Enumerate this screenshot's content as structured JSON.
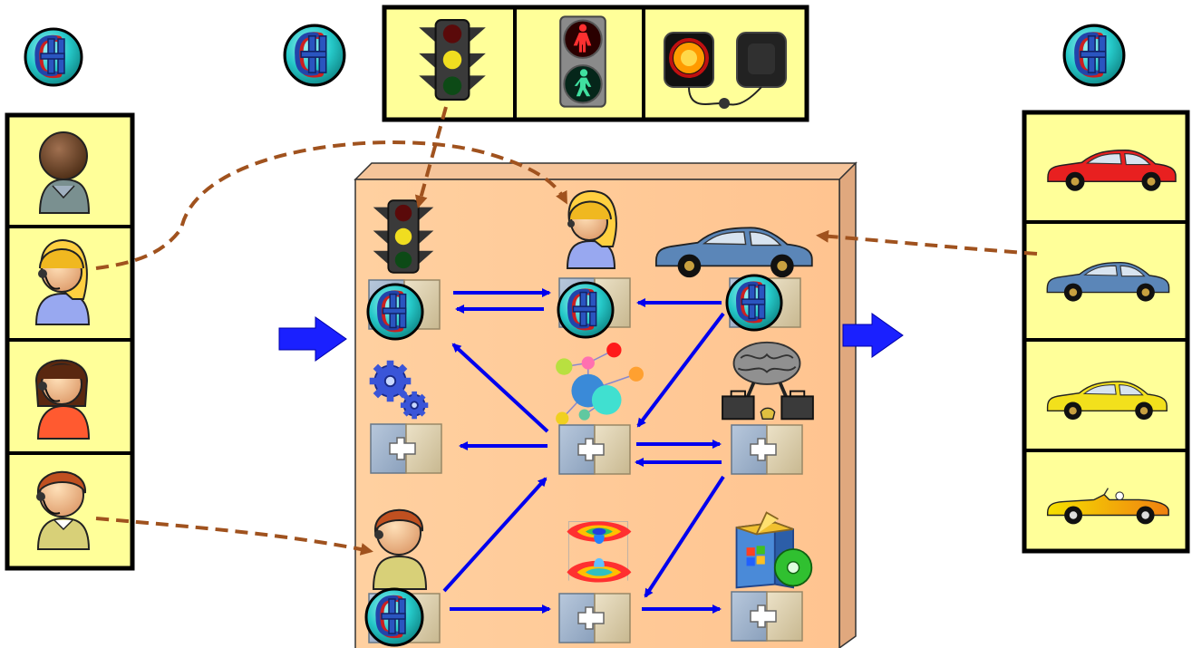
{
  "colors": {
    "panel_yellow": "#ffff99",
    "box_front": "#ffcc99",
    "box_side": "#e0a87e",
    "box_top": "#f5c49a",
    "arrow_blue": "#0000ee",
    "dash_brown": "#a0521e",
    "badge_teal": "#25c8c8",
    "badge_red": "#cc2020",
    "badge_blue": "#2244aa"
  },
  "icons": {
    "badge": "e-badge-icon",
    "traffic_light": "traffic-light-icon",
    "pedestrian_signal": "pedestrian-signal-icon",
    "signal_lamps": "signal-lamps-icon",
    "person": "person-icon",
    "car": "car-icon",
    "gears": "gears-icon",
    "network": "network-icon",
    "brain": "brain-icon",
    "surface_plot": "surface-plot-icon",
    "software_box": "software-box-icon",
    "puzzle": "puzzle-icon"
  },
  "people_column": [
    {
      "icon": "person-icon",
      "variant": "agent-dark"
    },
    {
      "icon": "person-icon",
      "variant": "agent-blonde-headset"
    },
    {
      "icon": "person-icon",
      "variant": "agent-red-headset"
    },
    {
      "icon": "person-icon",
      "variant": "agent-redhead-headset"
    }
  ],
  "signals_row": [
    {
      "icon": "traffic-light-icon"
    },
    {
      "icon": "pedestrian-signal-icon"
    },
    {
      "icon": "signal-lamps-icon"
    }
  ],
  "cars_column": [
    {
      "icon": "car-icon",
      "color": "#e82020"
    },
    {
      "icon": "car-icon",
      "color": "#5b86b8"
    },
    {
      "icon": "car-icon",
      "color": "#f2e01c"
    },
    {
      "icon": "car-icon",
      "color": "#f5a623"
    }
  ]
}
